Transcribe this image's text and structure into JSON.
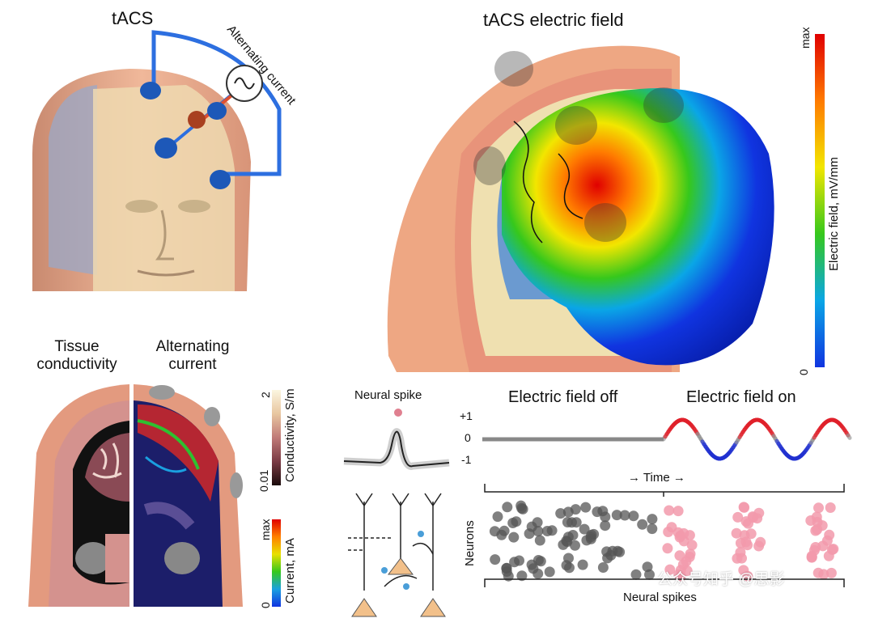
{
  "panel_a": {
    "title": "tACS",
    "source_label": "Alternating current"
  },
  "panel_b": {
    "title": "tACS electric field",
    "colorbar": {
      "label": "Electric field, mV/mm",
      "max_label": "max",
      "min_label": "0",
      "colors": [
        "#e00000",
        "#ff7a00",
        "#f2e600",
        "#36c81c",
        "#0aa6e6",
        "#1034e0"
      ]
    }
  },
  "panel_c": {
    "left_title_1": "Tissue",
    "left_title_2": "conductivity",
    "right_title_1": "Alternating",
    "right_title_2": "current",
    "conductivity_bar": {
      "label": "Conductivity, S/m",
      "top": "2",
      "bottom": "0.01"
    },
    "current_bar": {
      "label": "Current, mA",
      "top": "max",
      "bottom": "0"
    }
  },
  "panel_d": {
    "spike_title": "Neural spike",
    "off_label": "Electric field off",
    "on_label": "Electric field on",
    "y_ticks": [
      "+1",
      "0",
      "-1"
    ],
    "time_label": "→ Time →",
    "neurons_label": "Neurons",
    "spikes_label": "Neural spikes",
    "field_colors": {
      "positive": "#e0202a",
      "negative": "#2030d0",
      "neutral": "#888888"
    },
    "spike_colors": {
      "off": "#555555",
      "on": "#f29aac"
    }
  },
  "watermark": "公众号知乎 @思影"
}
